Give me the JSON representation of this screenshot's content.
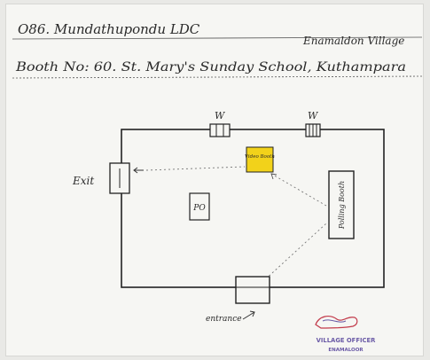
{
  "header": {
    "line1_left": "O86. Mundathupondu LDC",
    "line1_right": "Enamaldon Village",
    "line2": "Booth No: 60. St. Mary's Sunday School, Kuthampara"
  },
  "labels": {
    "window_top_left": "W",
    "window_top_right": "W",
    "exit": "Exit",
    "entrance": "entrance",
    "po": "PO",
    "video": "Video Booth",
    "polling": "Polling Booth"
  },
  "stamp": {
    "line1": "VILLAGE OFFICER",
    "line2": "ENAMALOOR"
  },
  "colors": {
    "ink": "#2a2a2a",
    "video_highlight": "#f2d21a",
    "stamp": "#6a5aa6",
    "stamp_red": "#c23a4a"
  }
}
